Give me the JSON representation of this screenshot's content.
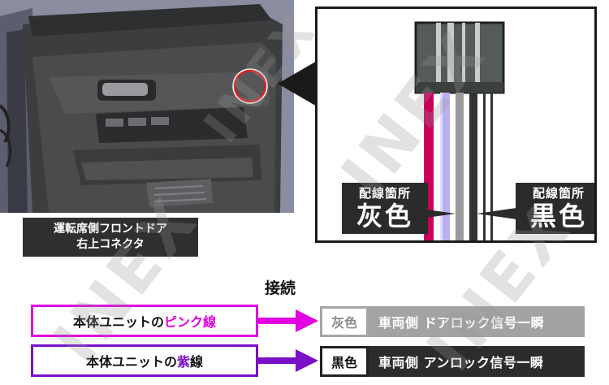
{
  "caption": {
    "line1": "運転席側フロントドア",
    "line2": "右上コネクタ"
  },
  "wire_labels": {
    "gray": {
      "small": "配線箇所",
      "big": "灰色"
    },
    "black": {
      "small": "配線箇所",
      "big": "黒色"
    }
  },
  "connection": {
    "title": "接続",
    "rows": [
      {
        "prefix": "本体ユニットの",
        "highlight": "ピンク線",
        "highlight_color": "#e000e0",
        "dest_tag": "灰色",
        "dest_text": "車両側 ドアロック信号一瞬"
      },
      {
        "prefix": "本体ユニットの",
        "highlight": "紫",
        "suffix": "線",
        "highlight_color": "#7a10c8",
        "dest_tag": "黒色",
        "dest_text": "車両側 アンロック信号一瞬"
      }
    ]
  },
  "watermark": "INEX",
  "colors": {
    "pink_wire": "#c8005a",
    "purple_wire": "#b8b0f0",
    "gray_wire": "#9a9a9a",
    "black_wire": "#333333",
    "connector_body": "#555b57",
    "highlight_ring": "#d4242a"
  },
  "icons": [
    "door-photo",
    "connector-diagram",
    "right-arrow-icon"
  ]
}
